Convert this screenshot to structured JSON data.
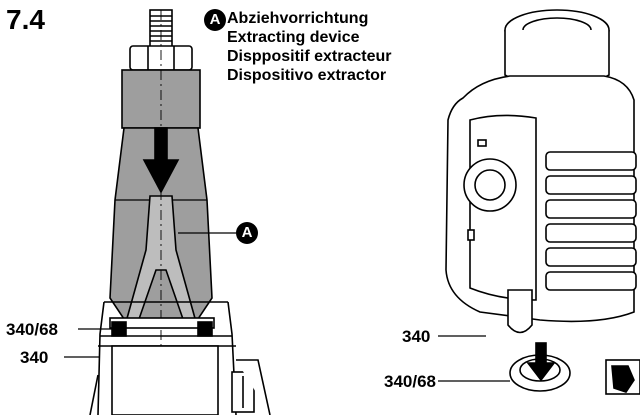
{
  "figure_number": "7.4",
  "legend": {
    "badge": "A",
    "lines": [
      "Abziehvorrichtung",
      "Extracting device",
      "Disppositif extracteur",
      "Dispositivo extractor"
    ]
  },
  "callouts": {
    "a_badge": "A",
    "left_340_68": "340/68",
    "left_340": "340",
    "right_340": "340",
    "right_340_68": "340/68"
  },
  "colors": {
    "device_fill": "#9e9e9e",
    "device_dark": "#7a7a7a",
    "line": "#000000",
    "badge": "#000000"
  }
}
